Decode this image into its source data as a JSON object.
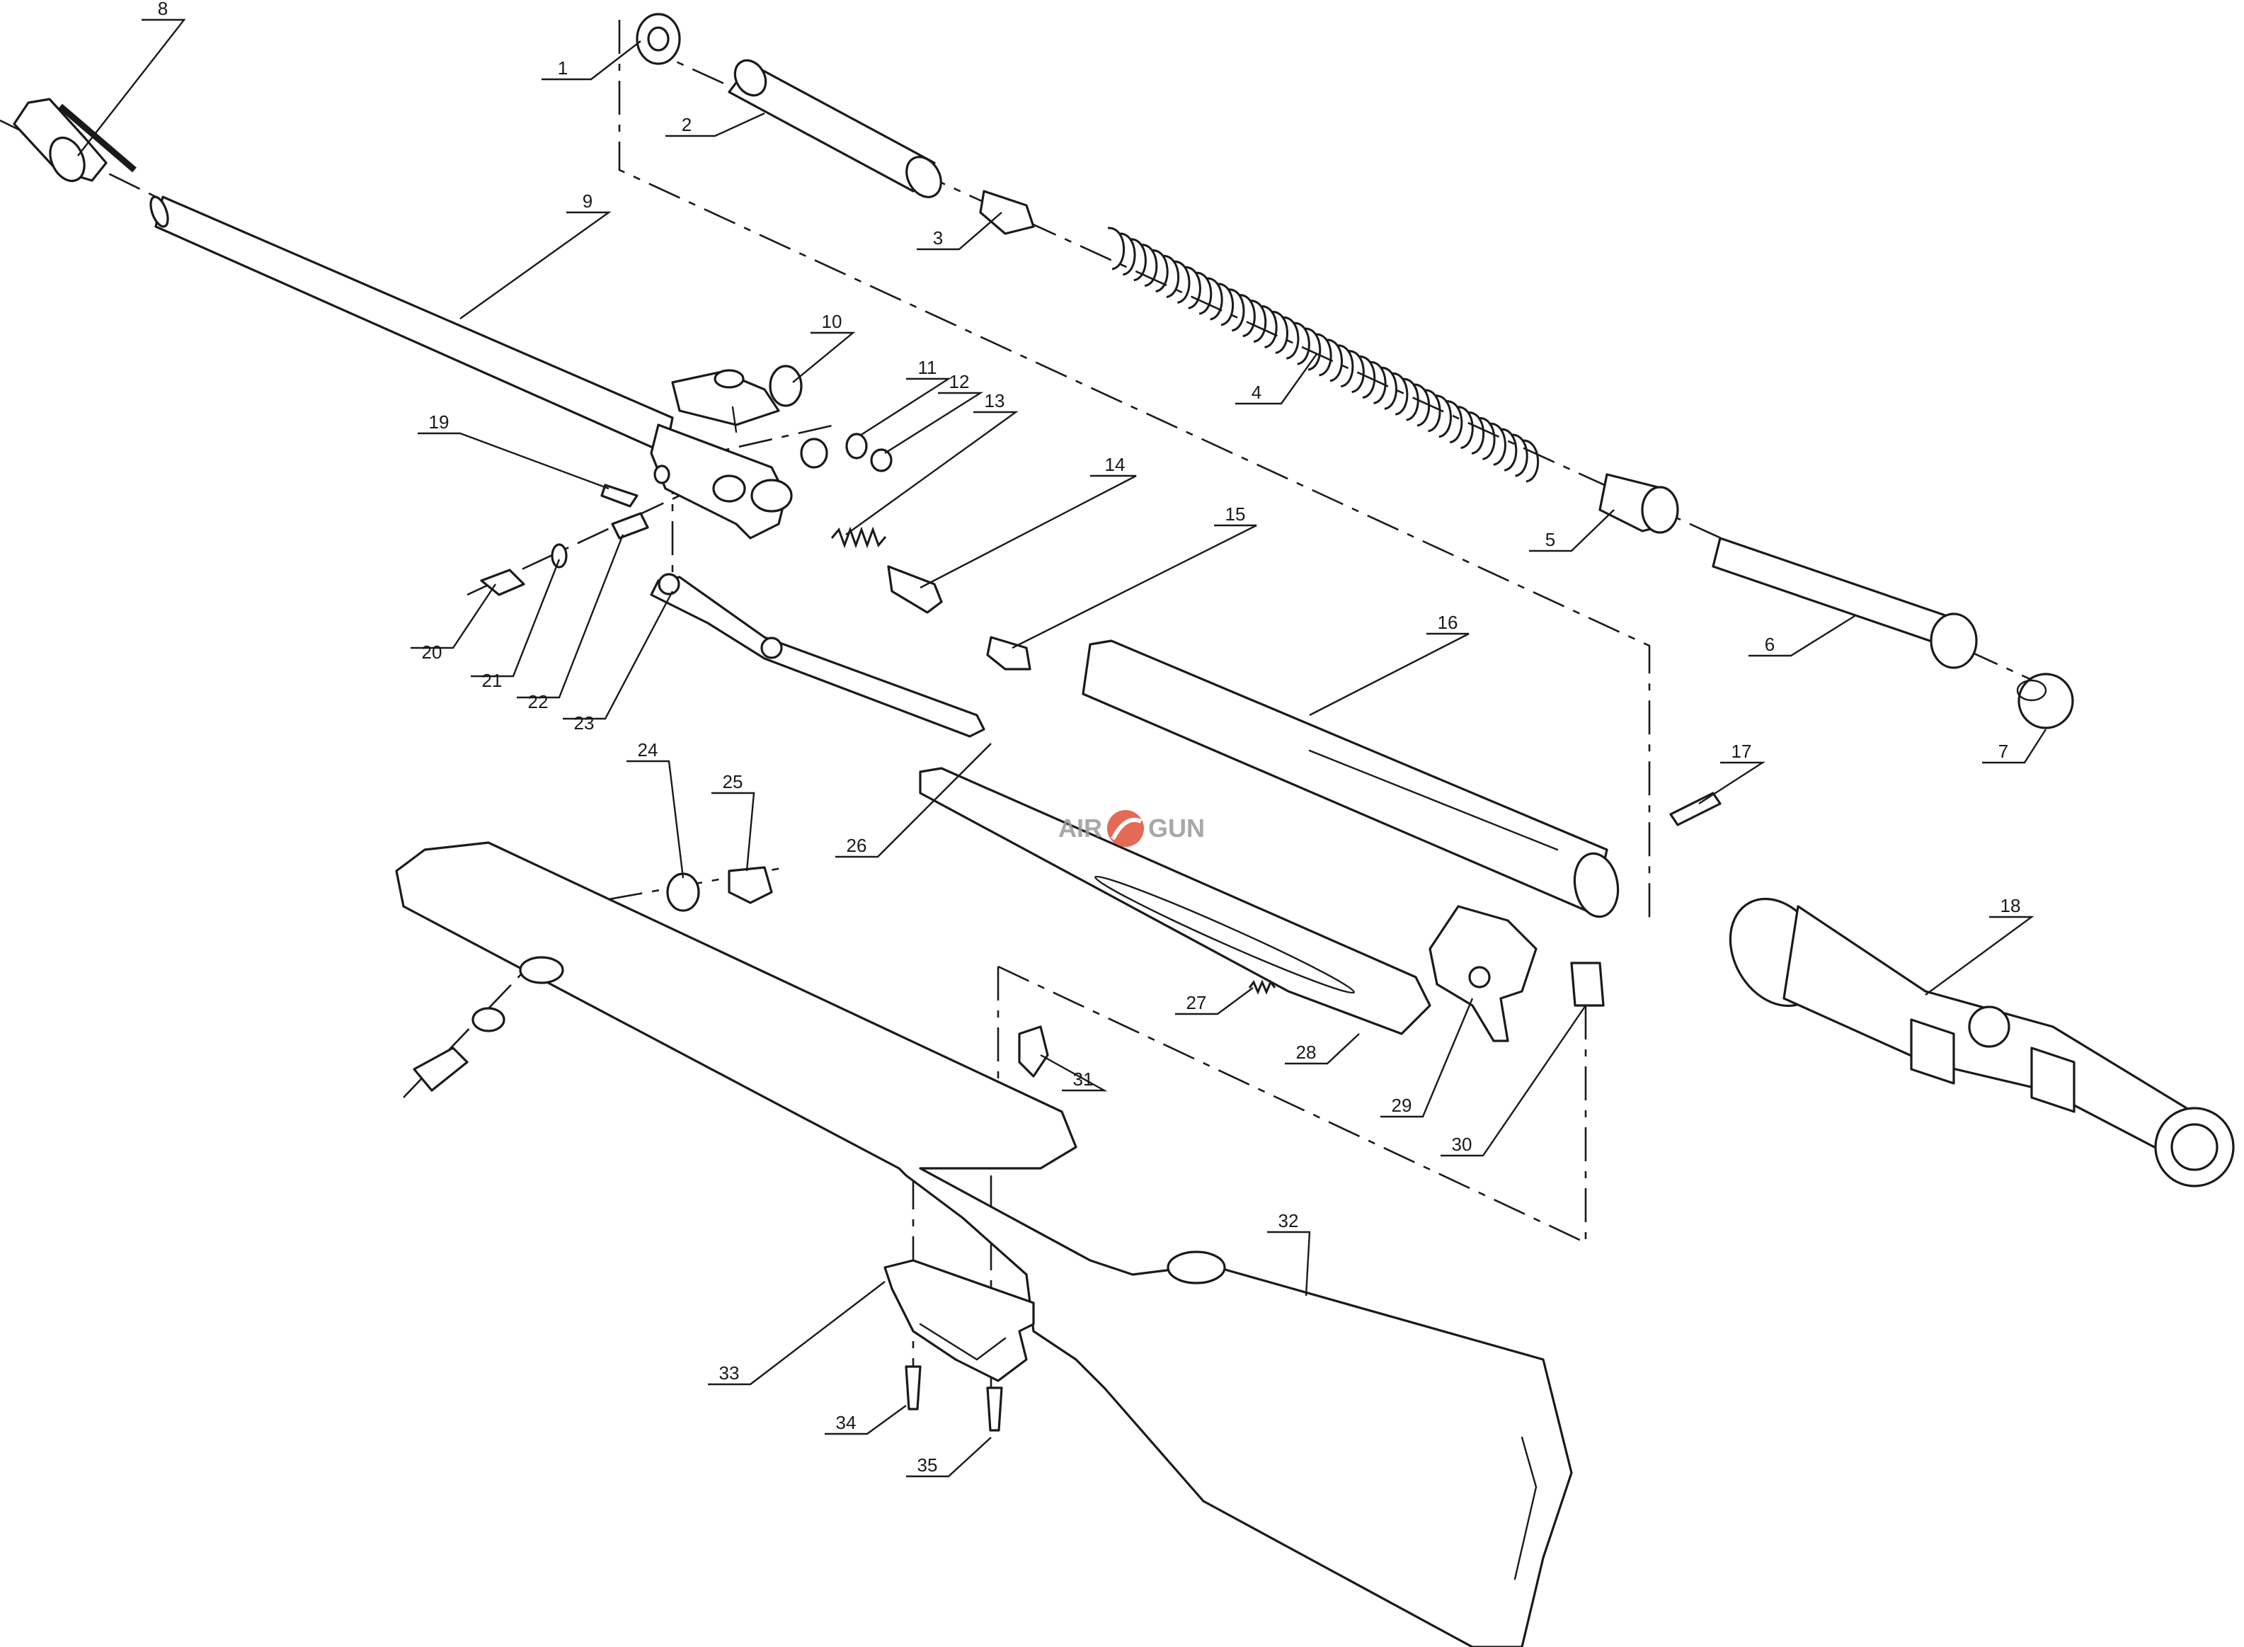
{
  "watermark": {
    "left_text": "AIR",
    "right_text": "GUN",
    "color": "#9a9a9a",
    "logo_color": "#e0503a"
  },
  "callouts": [
    "1",
    "2",
    "3",
    "4",
    "5",
    "6",
    "7",
    "8",
    "9",
    "10",
    "11",
    "12",
    "13",
    "14",
    "15",
    "16",
    "17",
    "18",
    "19",
    "20",
    "21",
    "22",
    "23",
    "24",
    "25",
    "26",
    "27",
    "28",
    "29",
    "30",
    "31",
    "32",
    "33",
    "34",
    "35"
  ]
}
